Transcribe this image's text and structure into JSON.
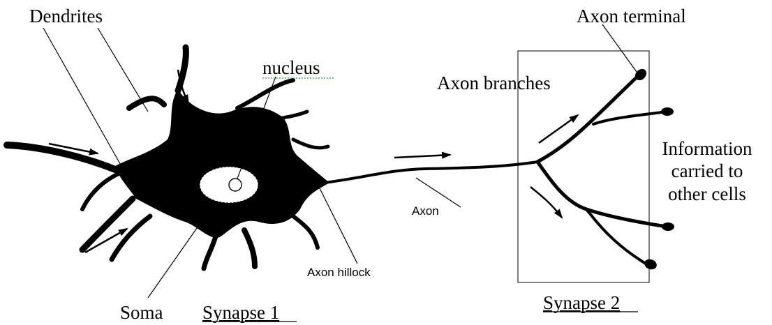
{
  "labels": {
    "dendrites": "Dendrites",
    "nucleus": "nucleus",
    "axon_terminal": "Axon terminal",
    "axon_branches": "Axon branches",
    "information_line1": "Information",
    "information_line2": "carried to",
    "information_line3": "other cells",
    "axon": "Axon",
    "axon_hillock": "Axon hillock",
    "soma": "Soma",
    "synapse_1": "Synapse 1",
    "synapse_2": "Synapse 2"
  },
  "colors": {
    "ink": "#000000",
    "background": "#ffffff",
    "spellcheck_underline": "#4caf50"
  }
}
